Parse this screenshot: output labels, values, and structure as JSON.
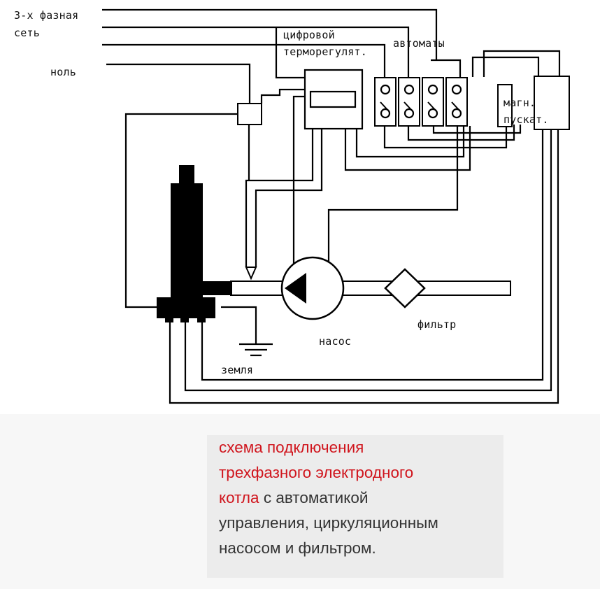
{
  "labels": {
    "three_phase_line1": "3-х фазная",
    "three_phase_line2": "сеть",
    "neutral": "ноль",
    "thermostat_line1": "цифровой",
    "thermostat_line2": "терморегулят.",
    "breakers": "автоматы",
    "starter_line1": "магн.",
    "starter_line2": "пускат.",
    "pump": "насос",
    "filter": "фильтр",
    "ground": "земля"
  },
  "caption": {
    "red_1": "схема подключения",
    "red_2": "трехфазного электродного",
    "red_3": "котла",
    "dark_3": " с автоматикой",
    "dark_4": "управления, циркуляционным",
    "dark_5": "насосом и фильтром."
  },
  "colors": {
    "caption_red": "#d0151d",
    "caption_dark": "#333333",
    "line": "#000000"
  },
  "icons": {
    "pump": "pump-symbol-icon",
    "filter": "filter-diamond-icon",
    "ground": "ground-symbol-icon",
    "breaker": "circuit-breaker-icon"
  }
}
